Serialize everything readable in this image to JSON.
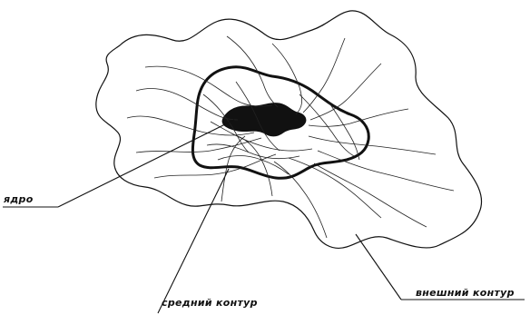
{
  "diagram": {
    "labels": {
      "nucleus": "ядро",
      "middle_contour": "средний контур",
      "outer_contour": "внешний контур"
    },
    "colors": {
      "ink": "#111111",
      "background": "#ffffff"
    }
  }
}
